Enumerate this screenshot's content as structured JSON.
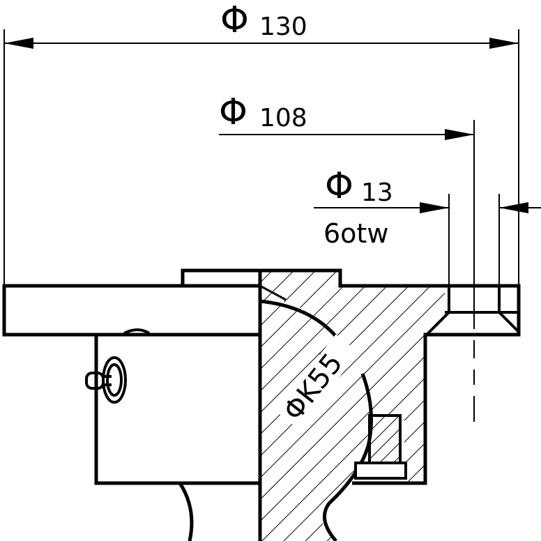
{
  "dimensions": {
    "outer_diameter": {
      "symbol": "Φ",
      "value": "130"
    },
    "bolt_circle": {
      "symbol": "Φ",
      "value": "108"
    },
    "hole": {
      "symbol": "Φ",
      "value": "13",
      "note": "6otw"
    },
    "spherical": {
      "label": "ΦK55"
    }
  },
  "colors": {
    "line": "#000000",
    "background": "#ffffff"
  }
}
